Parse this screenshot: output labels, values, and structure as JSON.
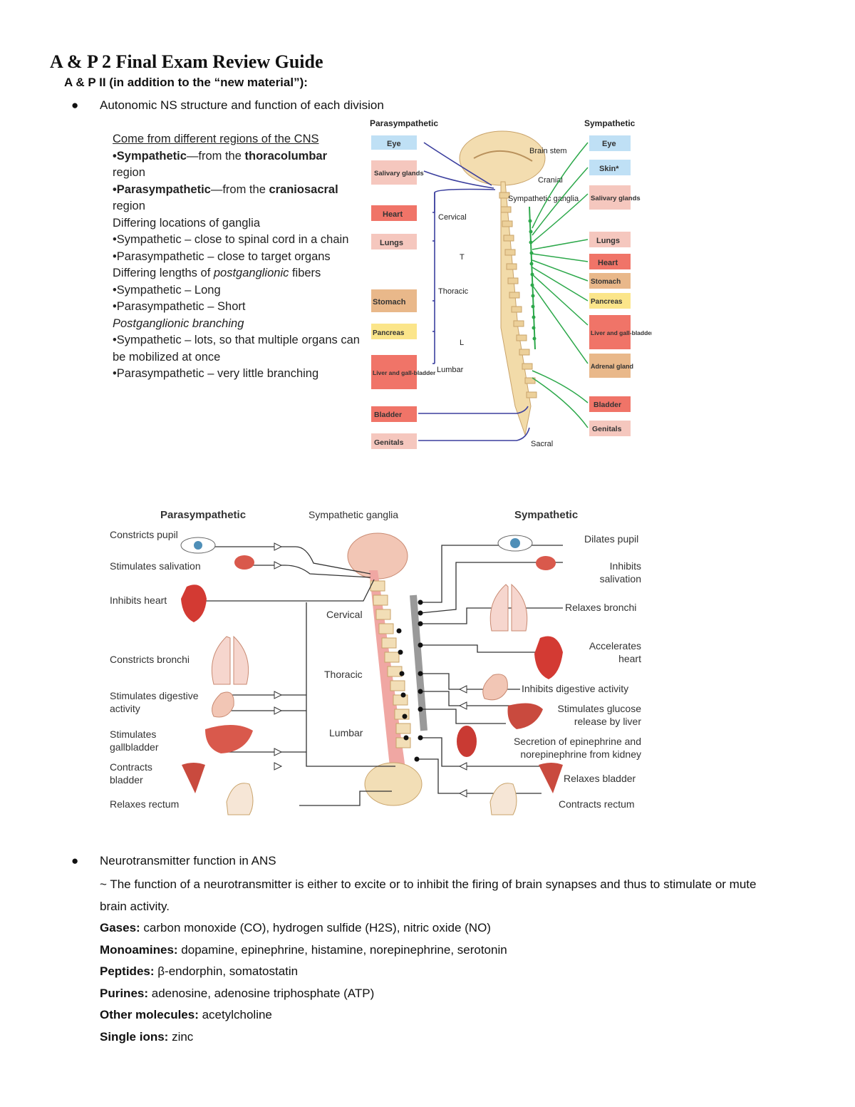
{
  "document": {
    "title": "A & P 2 Final Exam Review Guide",
    "subtitle": "A & P II (in addition to the “new material”):",
    "bullet1": "Autonomic NS structure and function of each division",
    "bullet2": "Neurotransmitter function in ANS"
  },
  "notes": {
    "line1": "Come from different regions of the CNS",
    "line2a": "•Sympathetic",
    "line2b": "—from the ",
    "line2c": "thoracolumbar",
    "line2d": "region",
    "line3a": "•Parasympathetic",
    "line3b": "—from the ",
    "line3c": "craniosacral",
    "line3d": "region",
    "line4": "Differing locations of ganglia",
    "line5": "•Sympathetic – close to spinal cord in a chain",
    "line6": "•Parasympathetic – close to target organs",
    "line7a": "Differing lengths of ",
    "line7b": "postganglionic",
    "line7c": " fibers",
    "line8": "•Sympathetic – Long",
    "line9": "•Parasympathetic – Short",
    "line10": "Postganglionic branching",
    "line11": "•Sympathetic – lots, so that multiple organs can be mobilized at once",
    "line12": "•Parasympathetic – very little branching"
  },
  "diagram1": {
    "para_heading": "Parasympathetic",
    "symp_heading": "Sympathetic",
    "para_organs": [
      "Eye",
      "Salivary glands",
      "Heart",
      "Lungs",
      "Stomach",
      "Pancreas",
      "Liver and gall-bladder",
      "Bladder",
      "Genitals"
    ],
    "symp_organs": [
      "Eye",
      "Skin*",
      "Salivary glands",
      "Lungs",
      "Heart",
      "Stomach",
      "Pancreas",
      "Liver and gall-bladder",
      "Adrenal gland",
      "Bladder",
      "Genitals"
    ],
    "labels": {
      "brain_stem": "Brain stem",
      "cranial": "Cranial",
      "symp_ganglia": "Sympathetic ganglia",
      "cervical": "Cervical",
      "t": "T",
      "thoracic": "Thoracic",
      "l": "L",
      "lumbar": "Lumbar",
      "sacral": "Sacral"
    },
    "colors": {
      "para_line": "#3b3f9e",
      "symp_line": "#2ca84a",
      "box_blue": "#bfe0f5",
      "box_pink": "#f5c7be",
      "box_red": "#f07468",
      "box_yellow": "#fbe58a",
      "box_tan": "#e9b88a"
    }
  },
  "diagram2": {
    "para_heading": "Parasympathetic",
    "ganglia_label": "Sympathetic ganglia",
    "symp_heading": "Sympathetic",
    "para_effects": [
      "Constricts pupil",
      "Stimulates salivation",
      "Inhibits heart",
      "Constricts bronchi",
      "Stimulates digestive activity",
      "Stimulates gallbladder",
      "Contracts bladder",
      "Relaxes rectum"
    ],
    "symp_effects": [
      "Dilates pupil",
      "Inhibits salivation",
      "Relaxes bronchi",
      "Accelerates heart",
      "Inhibits digestive activity",
      "Stimulates glucose release by liver",
      "Secretion of epinephrine and norepinephrine from kidney",
      "Relaxes bladder",
      "Contracts rectum"
    ],
    "regions": [
      "Cervical",
      "Thoracic",
      "Lumbar"
    ]
  },
  "neurotransmitters": {
    "intro": "~ The function of a neurotransmitter is either to excite or to inhibit the firing of brain synapses and thus to stimulate or mute brain activity.",
    "rows": [
      {
        "label": "Gases:",
        "value": " carbon monoxide (CO), hydrogen sulfide (H2S), nitric oxide (NO)"
      },
      {
        "label": "Monoamines:",
        "value": " dopamine, epinephrine, histamine, norepinephrine, serotonin"
      },
      {
        "label": "Peptides:",
        "value": " β-endorphin, somatostatin"
      },
      {
        "label": "Purines:",
        "value": " adenosine, adenosine triphosphate (ATP)"
      },
      {
        "label": "Other molecules:",
        "value": " acetylcholine"
      },
      {
        "label": "Single ions:",
        "value": " zinc"
      }
    ]
  }
}
